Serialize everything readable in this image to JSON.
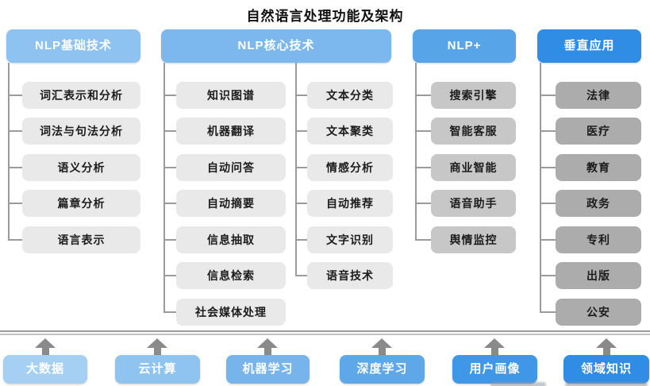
{
  "title": "自然语言处理功能及架构",
  "columns": [
    {
      "header": "NLP基础技术",
      "items": [
        "词汇表示和分析",
        "词法与句法分析",
        "语义分析",
        "篇章分析",
        "语言表示"
      ]
    },
    {
      "header": "NLP核心技术",
      "items_left": [
        "知识图谱",
        "机器翻译",
        "自动问答",
        "自动摘要",
        "信息抽取",
        "信息检索",
        "社会媒体处理"
      ],
      "items_right": [
        "文本分类",
        "文本聚类",
        "情感分析",
        "自动推荐",
        "文字识别",
        "语音技术"
      ]
    },
    {
      "header": "NLP+",
      "items": [
        "搜索引擎",
        "智能客服",
        "商业智能",
        "语音助手",
        "舆情监控"
      ]
    },
    {
      "header": "垂直应用",
      "items": [
        "法律",
        "医疗",
        "教育",
        "政务",
        "专利",
        "出版",
        "公安"
      ]
    }
  ],
  "foundation": [
    "大数据",
    "云计算",
    "机器学习",
    "深度学习",
    "用户画像",
    "领域知识"
  ],
  "colors": {
    "header_blues": [
      "#8ec2f0",
      "#7cb8ee",
      "#58a4e9",
      "#2f8de5"
    ],
    "foundation_blues": [
      "#a6d0f3",
      "#8fc3f0",
      "#77b4ec",
      "#5ea8ea",
      "#4197e7",
      "#2f8de5"
    ],
    "node_grays": [
      "#e9e9e9",
      "#c7c7c7",
      "#acacac"
    ],
    "connector": "#9b9b9b",
    "arrow": "#8a8a8a",
    "title_text": "#111111"
  }
}
